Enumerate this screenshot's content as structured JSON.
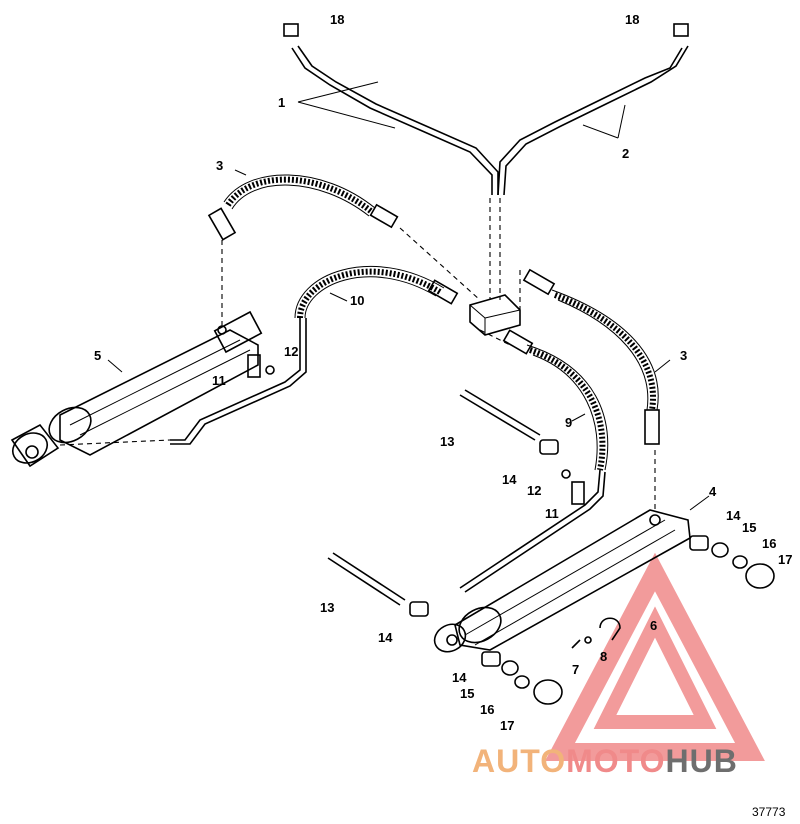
{
  "figure_number": "37773",
  "watermark": {
    "part1": "AUTO",
    "part2": "MOTO",
    "part3": "HUB",
    "colors": {
      "auto": "#f2b37a",
      "moto": "#f08a8a",
      "hub": "#6e6e6e",
      "triangle": "#f08a8a"
    }
  },
  "callouts": {
    "c1": "1",
    "c2": "2",
    "c3a": "3",
    "c3b": "3",
    "c4": "4",
    "c5": "5",
    "c6": "6",
    "c7": "7",
    "c8": "8",
    "c9": "9",
    "c10": "10",
    "c11a": "11",
    "c11b": "11",
    "c12a": "12",
    "c12b": "12",
    "c13a": "13",
    "c13b": "13",
    "c14a": "14",
    "c14b": "14",
    "c14c": "14",
    "c14d": "14",
    "c15a": "15",
    "c15b": "15",
    "c16a": "16",
    "c16b": "16",
    "c17a": "17",
    "c17b": "17",
    "c18a": "18",
    "c18b": "18"
  }
}
